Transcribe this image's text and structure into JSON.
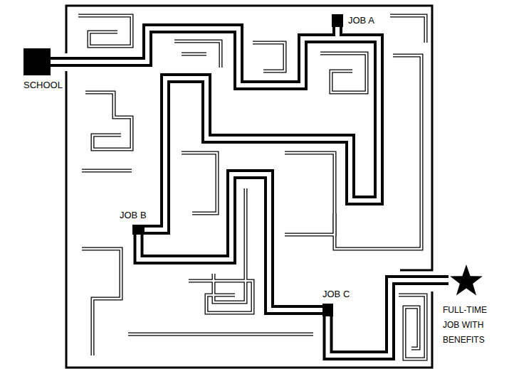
{
  "diagram": {
    "nodes": [
      {
        "text": [
          "SCHOOL"
        ]
      },
      {
        "text": [
          "JOB A"
        ]
      },
      {
        "text": [
          "JOB B"
        ]
      },
      {
        "text": [
          "JOB C"
        ]
      },
      {
        "text": [
          "FULL-TIME JOB WITH BENEFITS"
        ]
      }
    ],
    "edges": [
      {
        "from": 0,
        "to": 1,
        "arrow": "none"
      },
      {
        "from": 1,
        "to": 2,
        "arrow": "none"
      },
      {
        "from": 2,
        "to": 3,
        "arrow": "none"
      },
      {
        "from": 3,
        "to": 4,
        "arrow": "none"
      }
    ]
  }
}
